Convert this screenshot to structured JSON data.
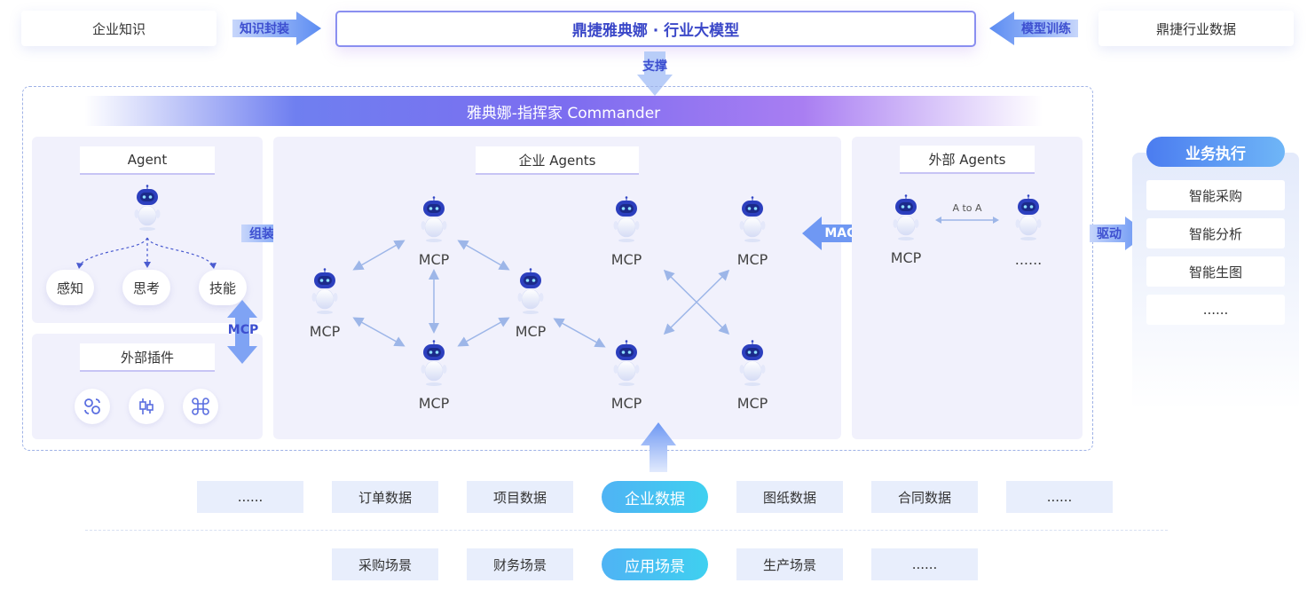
{
  "top": {
    "left_card": "企业知识",
    "left_arrow": "知识封装",
    "model_title": "鼎捷雅典娜 · 行业大模型",
    "right_arrow": "模型训练",
    "right_card": "鼎捷行业数据",
    "support_label": "支撑"
  },
  "commander": {
    "title": "雅典娜-指挥家 Commander"
  },
  "agent_panel": {
    "title": "Agent",
    "nodes": [
      "感知",
      "思考",
      "技能"
    ]
  },
  "plugin_panel": {
    "title": "外部插件",
    "icons": [
      "link-icon",
      "candlestick-icon",
      "command-icon"
    ]
  },
  "arrows": {
    "assemble": "组装",
    "mcp_vertical": "MCP",
    "macp": "MACP",
    "drive": "驱动"
  },
  "enterprise_panel": {
    "title": "企业 Agents",
    "mcp_label": "MCP"
  },
  "external_panel": {
    "title": "外部 Agents",
    "mcp_label": "MCP",
    "a2a_label": "A to A",
    "more": "......"
  },
  "business": {
    "title": "业务执行",
    "items": [
      "智能采购",
      "智能分析",
      "智能生图",
      "......"
    ]
  },
  "data_row": {
    "items": [
      "......",
      "订单数据",
      "项目数据",
      "企业数据",
      "图纸数据",
      "合同数据",
      "......"
    ]
  },
  "scene_row": {
    "items": [
      "采购场景",
      "财务场景",
      "应用场景",
      "生产场景",
      "......"
    ]
  },
  "colors": {
    "accent_blue": "#3d4fd0",
    "commander_gradient_mid": "#7c6df0",
    "panel_bg": "#f1f1fc",
    "pill_accent": "#4fb3f4",
    "data_box": "#e8eefc"
  }
}
